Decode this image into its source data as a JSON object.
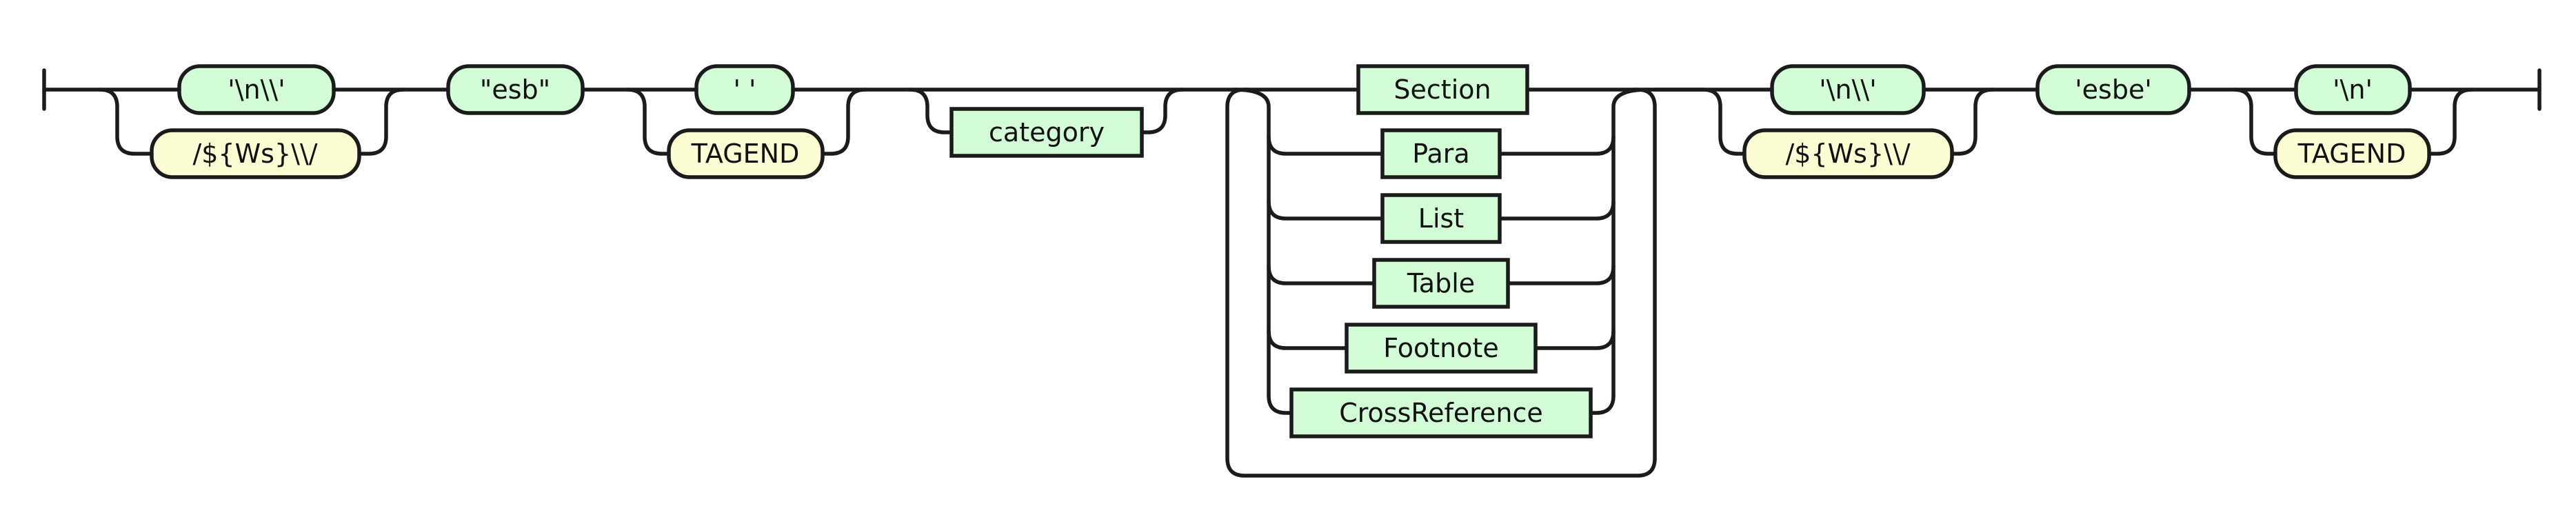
{
  "colors": {
    "literal_fill": "#d2fcd6",
    "regex_fill": "#fdfdd4",
    "rule_fill": "#d2fcd6",
    "line": "#1b1b1b"
  },
  "nodes": {
    "newline_backslash_1": "'\\n\\\\'",
    "ws_regex_1": "/${Ws}\\\\/",
    "esb_keyword": "\"esb\"",
    "space_literal": "' '",
    "tagend_1": "TAGEND",
    "category": "category",
    "section": "Section",
    "para": "Para",
    "list": "List",
    "table": "Table",
    "footnote": "Footnote",
    "cross_reference": "CrossReference",
    "newline_backslash_2": "'\\n\\\\'",
    "ws_regex_2": "/${Ws}\\\\/",
    "esbe_keyword": "'esbe'",
    "newline_literal": "'\\n'",
    "tagend_2": "TAGEND"
  }
}
